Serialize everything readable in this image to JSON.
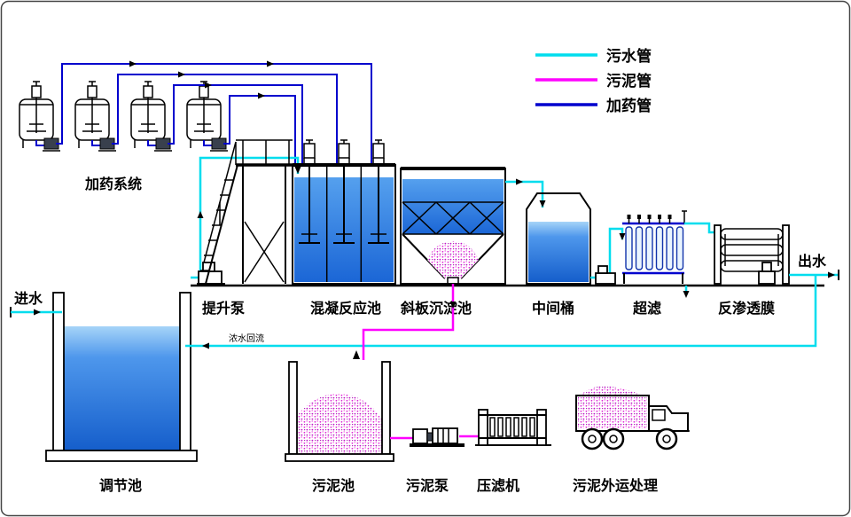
{
  "legend": {
    "items": [
      {
        "label": "污水管",
        "color": "#00DDEE"
      },
      {
        "label": "污泥管",
        "color": "#FF00FF"
      },
      {
        "label": "加药管",
        "color": "#0000CD"
      }
    ]
  },
  "labels": {
    "dosing_system": "加药系统",
    "inlet": "进水",
    "outlet": "出水",
    "regulation_tank": "调节池",
    "lift_pump": "提升泵",
    "coagulation_tank": "混凝反应池",
    "sedimentation_tank": "斜板沉淀池",
    "intermediate_tank": "中间桶",
    "ultrafiltration": "超滤",
    "ro_membrane": "反渗透膜",
    "concentrate_return": "浓水回流",
    "sludge_tank": "污泥池",
    "sludge_pump": "污泥泵",
    "filter_press": "压滤机",
    "sludge_disposal": "污泥外运处理"
  },
  "colors": {
    "sewage_pipe": "#00DDEE",
    "sludge_pipe": "#FF00FF",
    "dosing_pipe": "#0000CD",
    "water_light": "#A6D4F8",
    "water_deep": "#155ECB",
    "outline": "#000000",
    "background": "#FFFFFF"
  }
}
